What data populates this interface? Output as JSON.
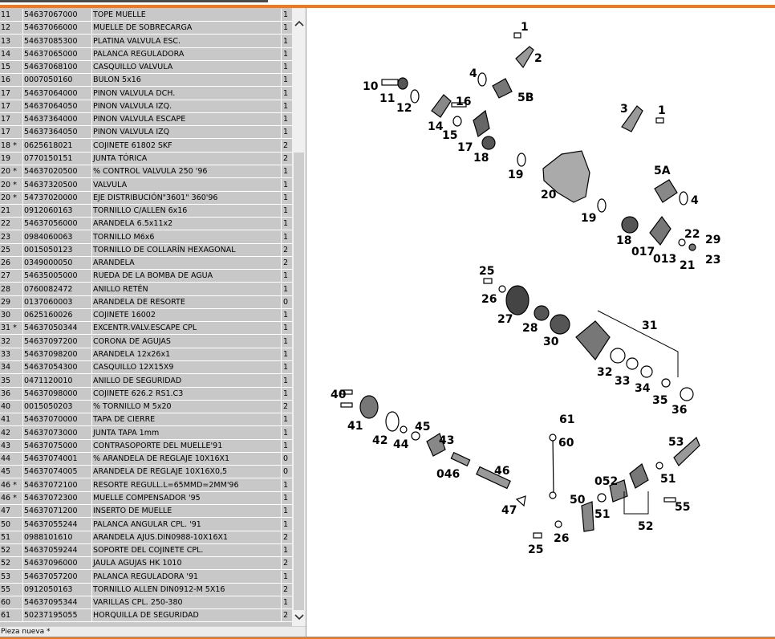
{
  "parts_list": {
    "rows": [
      {
        "pos": "11",
        "ref": "54637067000",
        "desc": "TOPE MUELLE",
        "qty": "1"
      },
      {
        "pos": "12",
        "ref": "54637066000",
        "desc": "MUELLE DE SOBRECARGA",
        "qty": "1"
      },
      {
        "pos": "13",
        "ref": "54637085300",
        "desc": "PLATINA VALVULA ESC.",
        "qty": "1"
      },
      {
        "pos": "14",
        "ref": "54637065000",
        "desc": "PALANCA REGULADORA",
        "qty": "1"
      },
      {
        "pos": "15",
        "ref": "54637068100",
        "desc": "CASQUILLO VALVULA",
        "qty": "1"
      },
      {
        "pos": "16",
        "ref": "0007050160",
        "desc": "BULON 5x16",
        "qty": "1"
      },
      {
        "pos": "17",
        "ref": "54637064000",
        "desc": "PINON VALVULA DCH.",
        "qty": "1"
      },
      {
        "pos": "17",
        "ref": "54637064050",
        "desc": "PINON VALVULA IZQ.",
        "qty": "1"
      },
      {
        "pos": "17",
        "ref": "54637364000",
        "desc": "PINON VALVULA ESCAPE",
        "qty": "1"
      },
      {
        "pos": "17",
        "ref": "54637364050",
        "desc": "PINON VALVULA IZQ",
        "qty": "1"
      },
      {
        "pos": "18 *",
        "ref": "0625618021",
        "desc": "COJINETE 61802 SKF",
        "qty": "2"
      },
      {
        "pos": "19",
        "ref": "0770150151",
        "desc": "JUNTA TÓRICA",
        "qty": "2"
      },
      {
        "pos": "20 *",
        "ref": "54637020500",
        "desc": "% CONTROL VALVULA 250 '96",
        "qty": "1"
      },
      {
        "pos": "20 *",
        "ref": "54637320500",
        "desc": "VALVULA",
        "qty": "1"
      },
      {
        "pos": "20 *",
        "ref": "54737020000",
        "desc": "EJE DISTRIBUCIÓN\"3601\" 360'96",
        "qty": "1"
      },
      {
        "pos": "21",
        "ref": "0912060163",
        "desc": "TORNILLO C/ALLEN 6x16",
        "qty": "1"
      },
      {
        "pos": "22",
        "ref": "54637056000",
        "desc": "ARANDELA 6.5x11x2",
        "qty": "1"
      },
      {
        "pos": "23",
        "ref": "0984060063",
        "desc": "TORNILLO M6x6",
        "qty": "1"
      },
      {
        "pos": "25",
        "ref": "0015050123",
        "desc": "TORNILLO DE COLLARÍN HEXAGONAL",
        "qty": "2"
      },
      {
        "pos": "26",
        "ref": "0349000050",
        "desc": "ARANDELA",
        "qty": "2"
      },
      {
        "pos": "27",
        "ref": "54635005000",
        "desc": "RUEDA DE LA BOMBA DE AGUA",
        "qty": "1"
      },
      {
        "pos": "28",
        "ref": "0760082472",
        "desc": "ANILLO RETÉN",
        "qty": "1"
      },
      {
        "pos": "29",
        "ref": "0137060003",
        "desc": "ARANDELA DE RESORTE",
        "qty": "0"
      },
      {
        "pos": "30",
        "ref": "0625160026",
        "desc": "COJINETE 16002",
        "qty": "1"
      },
      {
        "pos": "31 *",
        "ref": "54637050344",
        "desc": "EXCENTR.VALV.ESCAPE CPL",
        "qty": "1"
      },
      {
        "pos": "32",
        "ref": "54637097200",
        "desc": "CORONA DE AGUJAS",
        "qty": "1"
      },
      {
        "pos": "33",
        "ref": "54637098200",
        "desc": "ARANDELA 12x26x1",
        "qty": "1"
      },
      {
        "pos": "34",
        "ref": "54637054300",
        "desc": "CASQUILLO 12X15X9",
        "qty": "1"
      },
      {
        "pos": "35",
        "ref": "0471120010",
        "desc": "ANILLO DE SEGURIDAD",
        "qty": "1"
      },
      {
        "pos": "36",
        "ref": "54637098000",
        "desc": "COJINETE 626.2 RS1.C3",
        "qty": "1"
      },
      {
        "pos": "40",
        "ref": "0015050203",
        "desc": "% TORNILLO M 5x20",
        "qty": "2"
      },
      {
        "pos": "41",
        "ref": "54637070000",
        "desc": "TAPA DE CIERRE",
        "qty": "1"
      },
      {
        "pos": "42",
        "ref": "54637073000",
        "desc": "JUNTA TAPA 1mm",
        "qty": "1"
      },
      {
        "pos": "43",
        "ref": "54637075000",
        "desc": "CONTRASOPORTE DEL MUELLE'91",
        "qty": "1"
      },
      {
        "pos": "44",
        "ref": "54637074001",
        "desc": "% ARANDELA DE REGLAJE 10X16X1",
        "qty": "0"
      },
      {
        "pos": "45",
        "ref": "54637074005",
        "desc": "ARANDELA DE REGLAJE 10X16X0,5",
        "qty": "0"
      },
      {
        "pos": "46 *",
        "ref": "54637072100",
        "desc": "RESORTE REGULL.L=65MMD=2MM'96",
        "qty": "1"
      },
      {
        "pos": "46 *",
        "ref": "54637072300",
        "desc": "MUELLE COMPENSADOR '95",
        "qty": "1"
      },
      {
        "pos": "47",
        "ref": "54637071200",
        "desc": "INSERTO DE MUELLE",
        "qty": "1"
      },
      {
        "pos": "50",
        "ref": "54637055244",
        "desc": "PALANCA ANGULAR CPL. '91",
        "qty": "1"
      },
      {
        "pos": "51",
        "ref": "0988101610",
        "desc": "ARANDELA AJUS.DIN0988-10X16X1",
        "qty": "2"
      },
      {
        "pos": "52",
        "ref": "54637059244",
        "desc": "SOPORTE DEL COJINETE CPL.",
        "qty": "1"
      },
      {
        "pos": "52",
        "ref": "54637096000",
        "desc": "JAULA AGUJAS HK 1010",
        "qty": "2"
      },
      {
        "pos": "53",
        "ref": "54637057200",
        "desc": "PALANCA REGULADORA '91",
        "qty": "1"
      },
      {
        "pos": "55",
        "ref": "0912050163",
        "desc": "TORNILLO ALLEN DIN0912-M 5X16",
        "qty": "2"
      },
      {
        "pos": "60",
        "ref": "54637095344",
        "desc": "VARILLAS CPL. 250-380",
        "qty": "1"
      },
      {
        "pos": "61",
        "ref": "50237195055",
        "desc": "HORQUILLA DE SEGURIDAD",
        "qty": "2"
      }
    ]
  },
  "status_bar": {
    "text": "Pieza nueva *"
  },
  "scrollbar": {
    "up_icon": "chevron-up-icon",
    "down_icon": "chevron-down-icon"
  },
  "diagram": {
    "labels": [
      "1",
      "2",
      "4",
      "5B",
      "10",
      "11",
      "12",
      "16",
      "14",
      "15",
      "17",
      "18",
      "3",
      "1",
      "19",
      "20",
      "5A",
      "4",
      "19",
      "18",
      "017",
      "013",
      "21",
      "22",
      "29",
      "23",
      "25",
      "26",
      "27",
      "28",
      "30",
      "31",
      "32",
      "33",
      "34",
      "35",
      "36",
      "40",
      "41",
      "42",
      "44",
      "45",
      "43",
      "046",
      "46",
      "47",
      "61",
      "60",
      "53",
      "51",
      "052",
      "51",
      "55",
      "52",
      "50",
      "26",
      "25"
    ]
  },
  "colors": {
    "accent": "#f07820",
    "row_bg": "#c8c8c8"
  }
}
